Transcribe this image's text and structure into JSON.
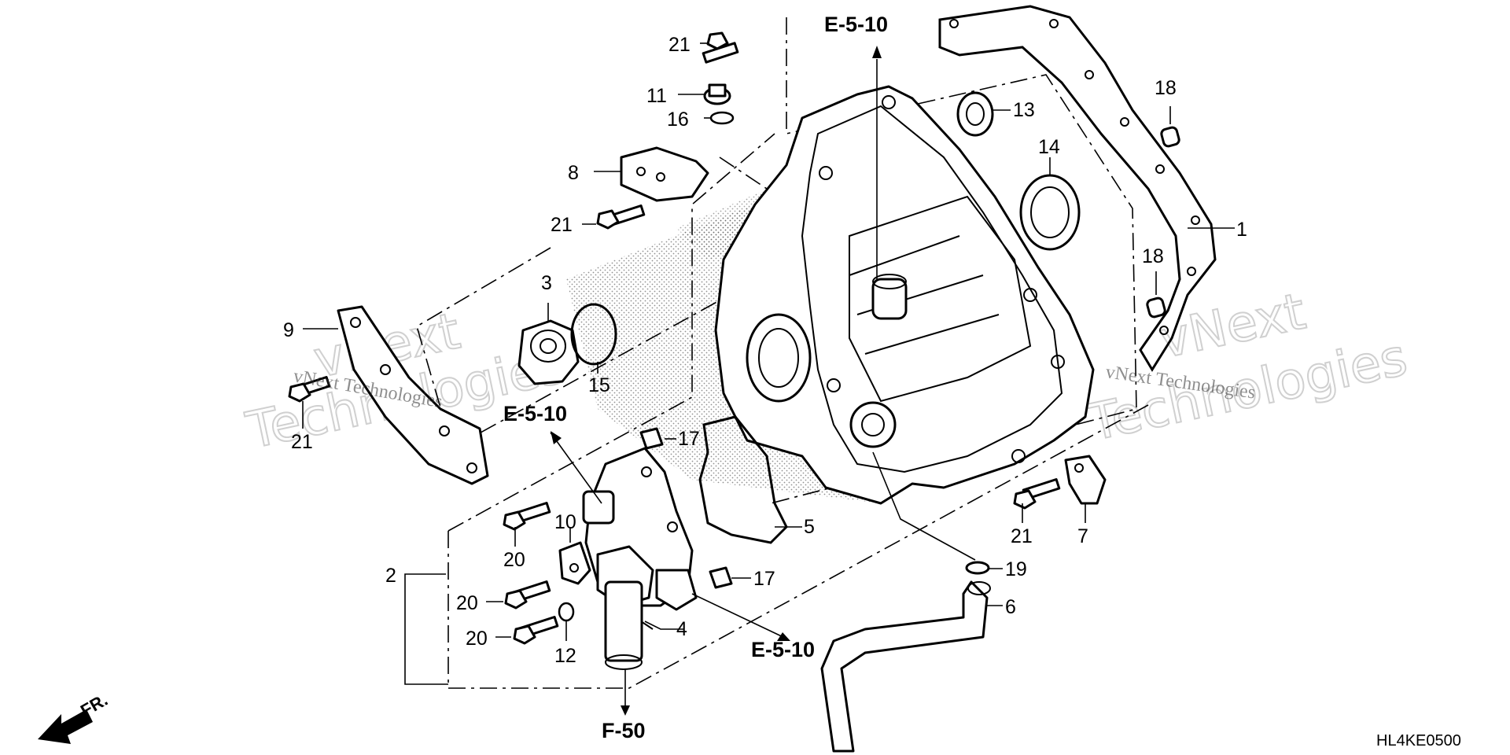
{
  "diagram": {
    "part_labels": [
      {
        "id": "1",
        "text": "1"
      },
      {
        "id": "2",
        "text": "2"
      },
      {
        "id": "3",
        "text": "3"
      },
      {
        "id": "4",
        "text": "4"
      },
      {
        "id": "5",
        "text": "5"
      },
      {
        "id": "6",
        "text": "6"
      },
      {
        "id": "7",
        "text": "7"
      },
      {
        "id": "8",
        "text": "8"
      },
      {
        "id": "9",
        "text": "9"
      },
      {
        "id": "10",
        "text": "10"
      },
      {
        "id": "11",
        "text": "11"
      },
      {
        "id": "12",
        "text": "12"
      },
      {
        "id": "13",
        "text": "13"
      },
      {
        "id": "14",
        "text": "14"
      },
      {
        "id": "15",
        "text": "15"
      },
      {
        "id": "16",
        "text": "16"
      },
      {
        "id": "17a",
        "text": "17"
      },
      {
        "id": "17b",
        "text": "17"
      },
      {
        "id": "18a",
        "text": "18"
      },
      {
        "id": "18b",
        "text": "18"
      },
      {
        "id": "19",
        "text": "19"
      },
      {
        "id": "20a",
        "text": "20"
      },
      {
        "id": "20b",
        "text": "20"
      },
      {
        "id": "20c",
        "text": "20"
      },
      {
        "id": "21a",
        "text": "21"
      },
      {
        "id": "21b",
        "text": "21"
      },
      {
        "id": "21c",
        "text": "21"
      },
      {
        "id": "21d",
        "text": "21"
      }
    ],
    "references": {
      "top": "E-5-10",
      "left": "E-5-10",
      "bottom_right": "E-5-10",
      "bottom": "F-50"
    },
    "front_indicator": "FR.",
    "drawing_code": "HL4KE0500",
    "watermark": {
      "small_text": "vNext Technologies",
      "big_line1": "vNext",
      "big_line2": "Technologies"
    }
  }
}
